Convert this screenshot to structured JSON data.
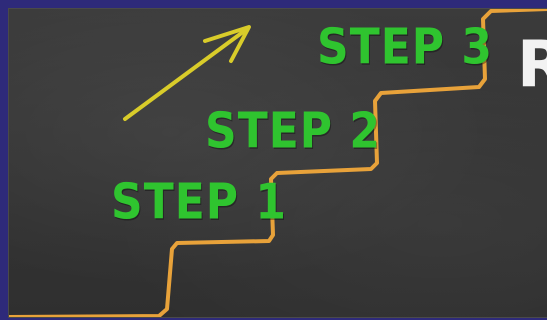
{
  "board": {
    "steps": [
      {
        "label": "STEP 1"
      },
      {
        "label": "STEP 2"
      },
      {
        "label": "STEP 3"
      }
    ],
    "headline": "R"
  },
  "colors": {
    "chalk_green": "#2fc42f",
    "stair_orange": "#e8a23a",
    "arrow_yellow": "#d9cc2a",
    "chalkboard": "#363636",
    "frame_border": "#2e2a7a"
  },
  "icons": {
    "arrow": "arrow-up-right-icon"
  }
}
